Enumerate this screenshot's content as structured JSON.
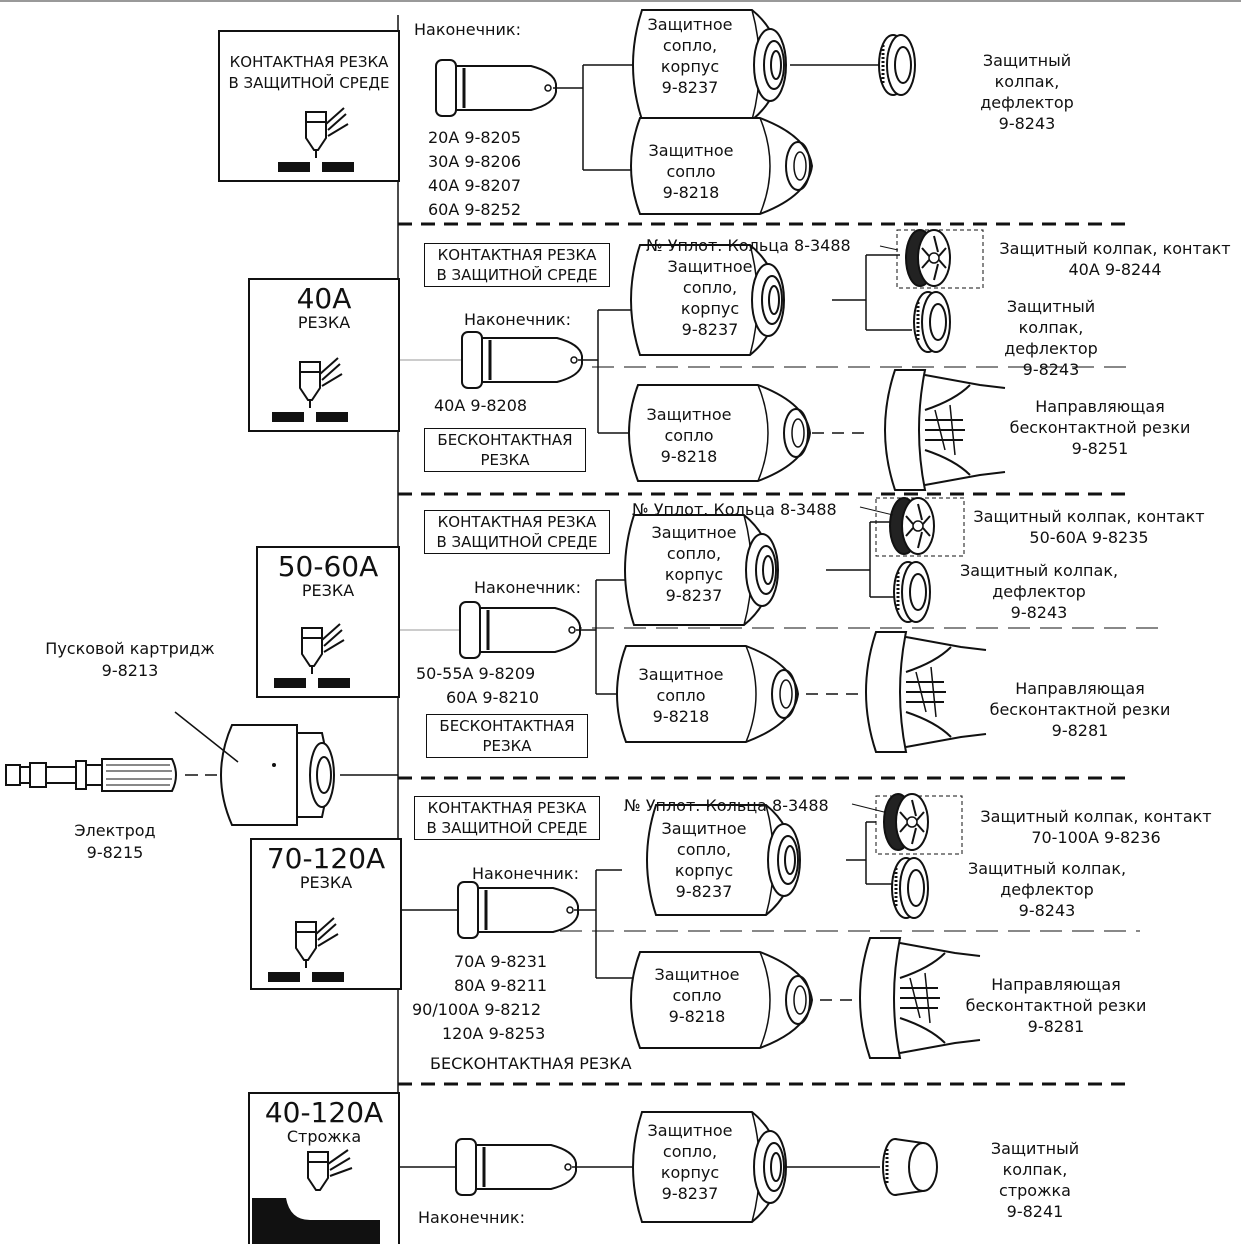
{
  "start_cartridge": {
    "label": "Пусковой картридж",
    "part": "9-8213"
  },
  "electrode": {
    "label": "Электрод",
    "part": "9-8215"
  },
  "common": {
    "tip_label": "Наконечник:",
    "shield_cup_body": "Защитное\nсопло,\nкорпус\n9-8237",
    "shield_cup": "Защитное\nсопло\n9-8218",
    "contact_box": "КОНТАКТНАЯ РЕЗКА\nВ ЗАЩИТНОЙ СРЕДЕ",
    "standoff_box": "БЕСКОНТАКТНАЯ\nРЕЗКА",
    "oring": "№ Уплот. Кольца 8-3488",
    "deflector": "Защитный колпак,\nдефлектор\n9-8243"
  },
  "section1": {
    "mode_box": "КОНТАКТНАЯ РЕЗКА\nВ ЗАЩИТНОЙ СРЕДЕ",
    "tips": [
      "20A   9-8205",
      "30A   9-8206",
      "40A   9-8207",
      "60A   9-8252"
    ]
  },
  "section2": {
    "amps": "40A",
    "mode": "РЕЗКА",
    "tips": [
      "40A   9-8208"
    ],
    "contact_cap": "Защитный колпак, контакт\n40A  9-8244",
    "guide": "Направляющая\nбесконтактной резки\n9-8251"
  },
  "section3": {
    "amps": "50-60A",
    "mode": "РЕЗКА",
    "tips": [
      "50-55A   9-8209",
      "60A   9-8210"
    ],
    "contact_cap": "Защитный колпак, контакт\n50-60A  9-8235",
    "deflector": "Защитный колпак,\nдефлектор\n9-8243",
    "guide": "Направляющая\nбесконтактной резки\n9-8281"
  },
  "section4": {
    "amps": "70-120A",
    "mode": "РЕЗКА",
    "tips": [
      "70A   9-8231",
      "80A   9-8211",
      "90/100A   9-8212",
      "120A   9-8253"
    ],
    "contact_cap": "Защитный колпак, контакт\n70-100A  9-8236",
    "guide": "Направляющая\nбесконтактной резки\n9-8281",
    "standoff_text": "БЕСКОНТАКТНАЯ РЕЗКА"
  },
  "section5": {
    "amps": "40-120A",
    "mode": "Строжка",
    "gouge_cap": "Защитный колпак,\nстрожка\n9-8241"
  }
}
